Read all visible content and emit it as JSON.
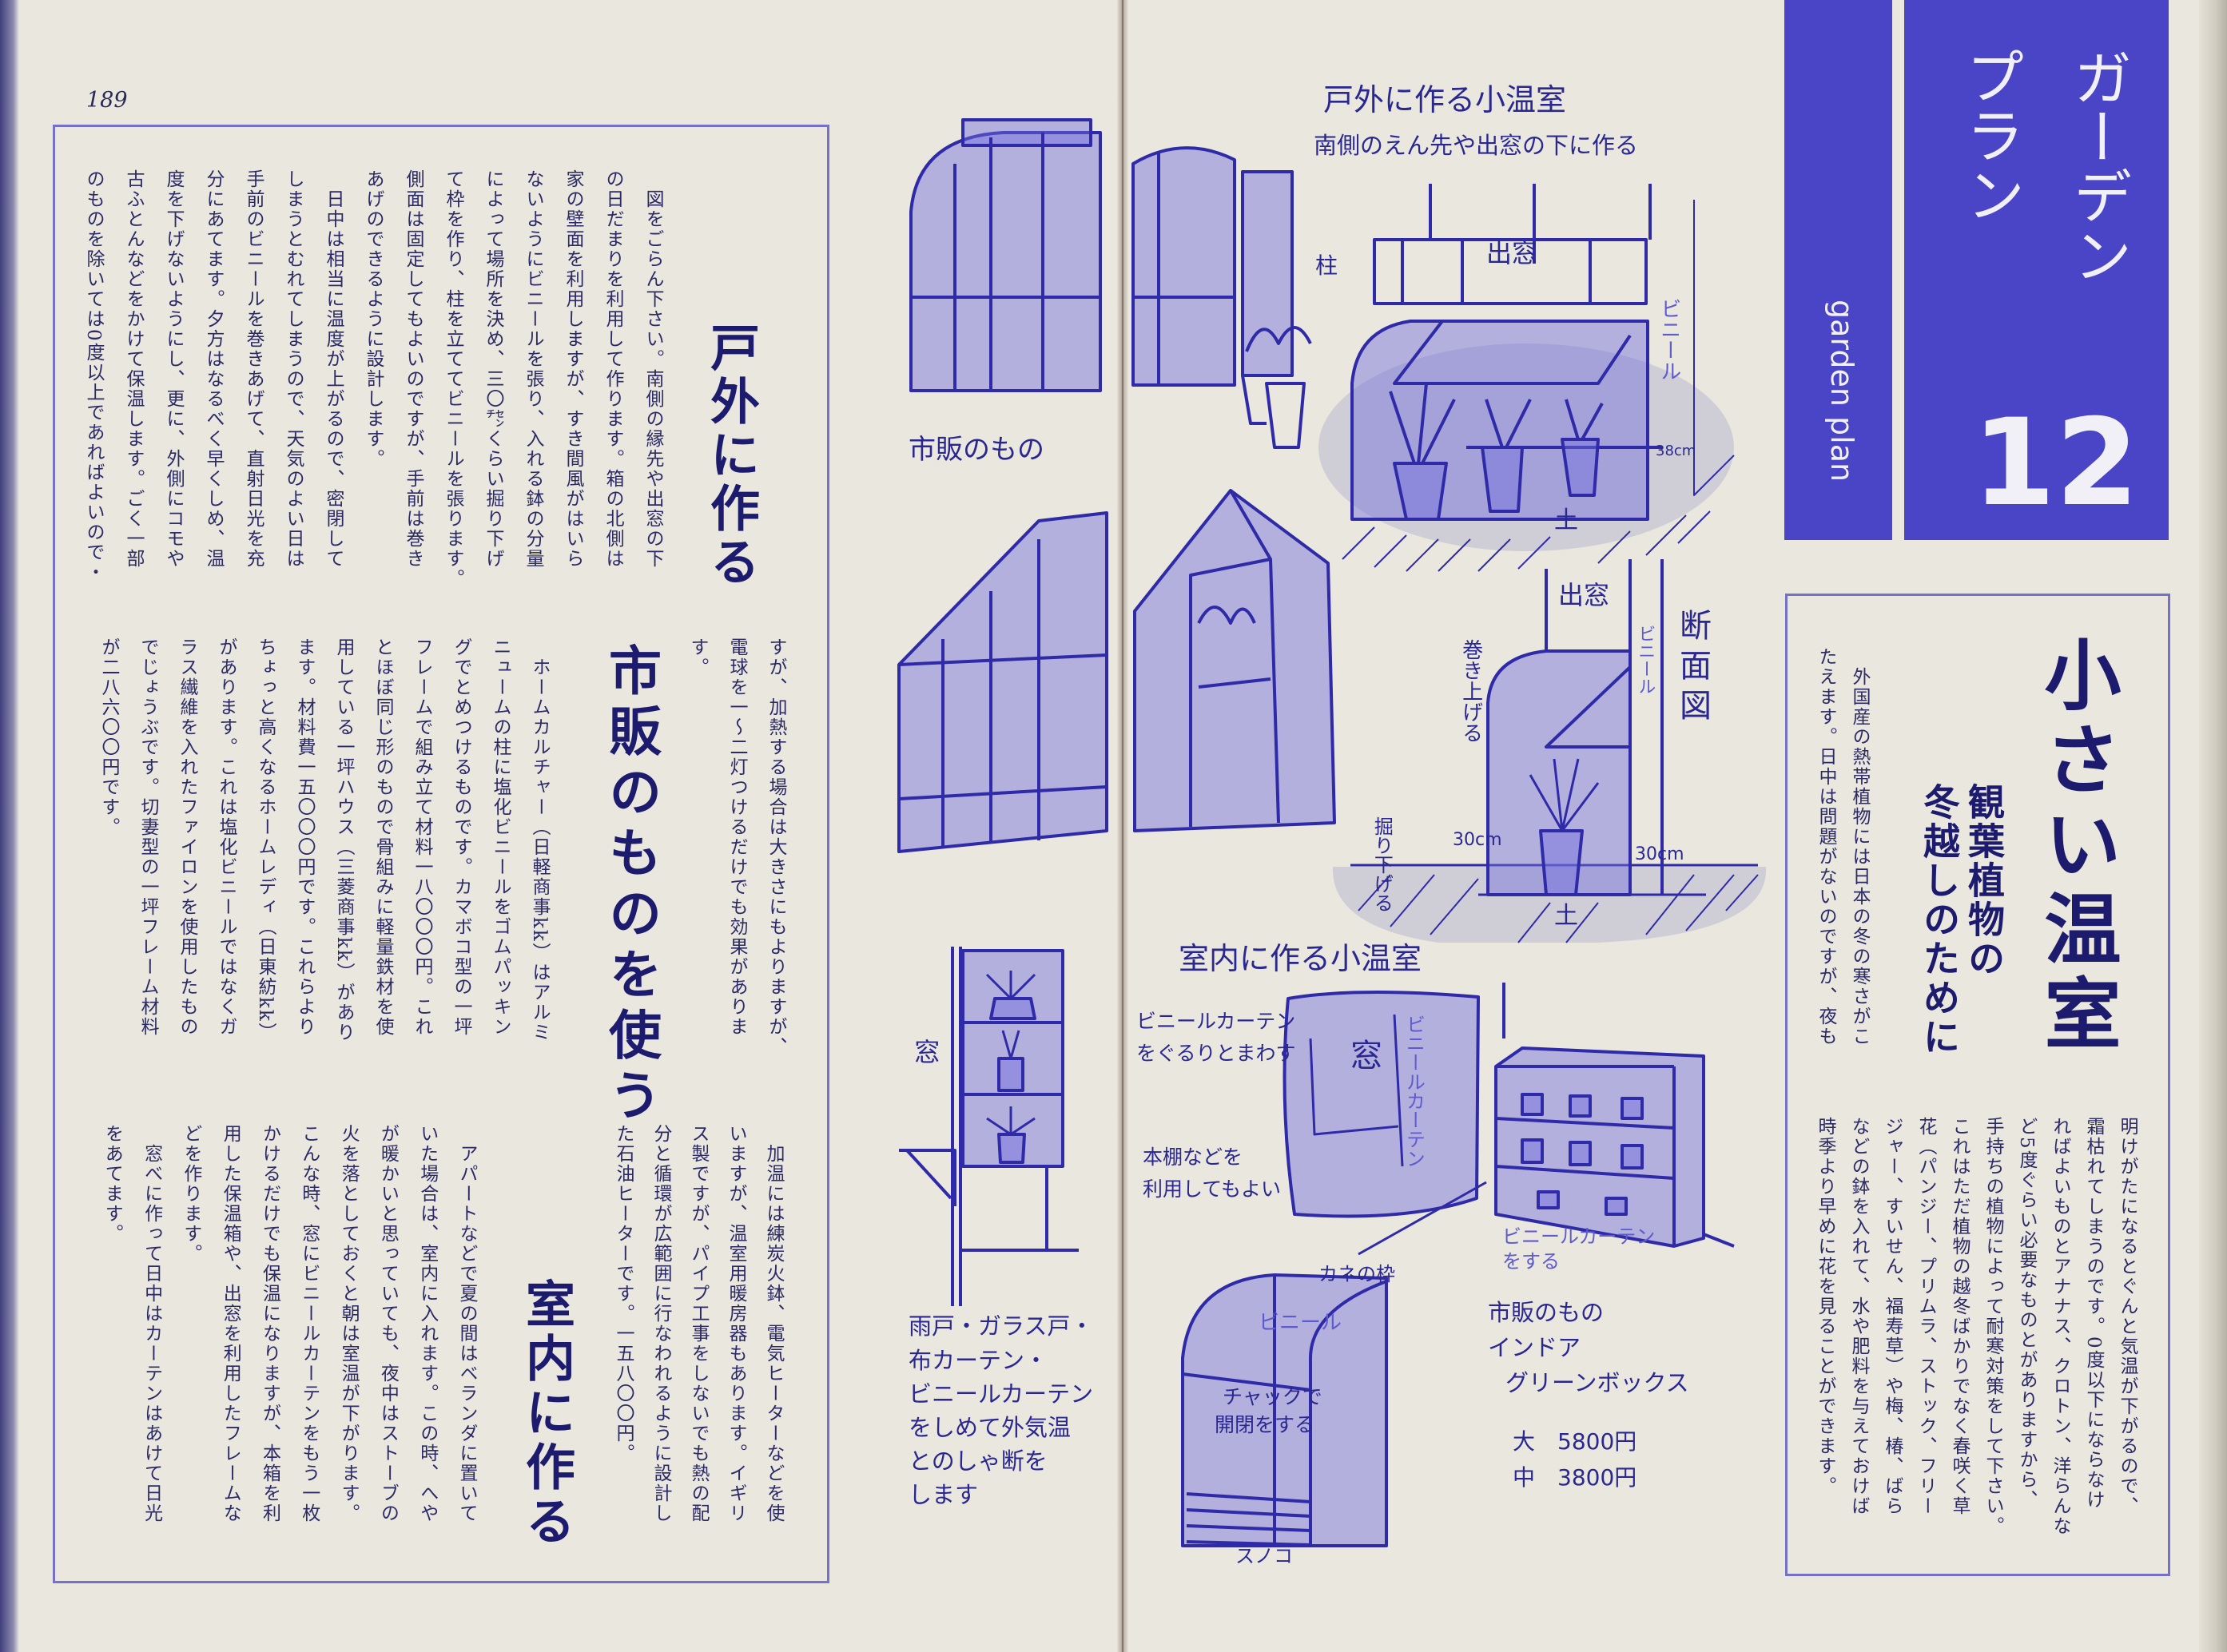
{
  "page_number": "189",
  "band": {
    "series_ja_line1": "ガーデン",
    "series_ja_line2": "プラン",
    "series_en": "garden plan",
    "number": "12"
  },
  "outdoor": {
    "heading": "戸外に作る",
    "lines": [
      "　図をごらん下さい。南側の縁先や出窓の下",
      "の日だまりを利用して作ります。箱の北側は",
      "家の壁面を利用しますが、すき間風がはいら",
      "ないようにビニールを張り、入れる鉢の分量",
      "によって場所を決め、三〇㌢くらい掘り下げ",
      "て枠を作り、柱を立ててビニールを張ります。",
      "側面は固定してもよいのですが、手前は巻き",
      "あげのできるように設計します。",
      "　日中は相当に温度が上がるので、密閉して",
      "しまうとむれてしまうので、天気のよい日は",
      "手前のビニールを巻きあげて、直射日光を充",
      "分にあてます。夕方はなるべく早くしめ、温",
      "度を下げないようにし、更に、外側にコモや",
      "古ふとんなどをかけて保温します。ごく一部",
      "のものを除いては0度以上であればよいので・"
    ],
    "continued_lines": [
      "すが、加熱する場合は大きさにもよりますが、",
      "電球を一～二灯つけるだけでも効果がありま",
      "す。"
    ]
  },
  "commercial": {
    "heading": "市販のものを使う",
    "lines": [
      "　ホームカルチャー（日軽商事kk）はアルミ",
      "ニュームの柱に塩化ビニールをゴムパッキン",
      "グでとめつけるものです。カマボコ型の一坪",
      "フレームで組み立て材料一八〇〇〇円。これ",
      "とほぼ同じ形のもので骨組みに軽量鉄材を使",
      "用している一坪ハウス（三菱商事kk）があり",
      "ます。材料費一五〇〇〇円です。これらより",
      "ちょっと高くなるホームレディ（日東紡kk）",
      "があります。これは塩化ビニールではなくガ",
      "ラス繊維を入れたファイロンを使用したもの",
      "でじょうぶです。切妻型の一坪フレーム材料",
      "が二八六〇〇円です。"
    ],
    "heating_lines": [
      "　加温には練炭火鉢、電気ヒーターなどを使",
      "いますが、温室用暖房器もあります。イギリ",
      "ス製ですが、パイプ工事をしないでも熱の配",
      "分と循環が広範囲に行なわれるように設計し",
      "た石油ヒーターです。一五八〇〇円。"
    ]
  },
  "indoor": {
    "heading": "室内に作る",
    "lines": [
      "　アパートなどで夏の間はベランダに置いて",
      "いた場合は、室内に入れます。この時、へや",
      "が暖かいと思っていても、夜中はストーブの",
      "火を落としておくと朝は室温が下がります。",
      "こんな時、窓にビニールカーテンをもう一枚",
      "かけるだけでも保温になりますが、本箱を利",
      "用した保温箱や、出窓を利用したフレームな",
      "どを作ります。",
      "　窓べに作って日中はカーテンはあけて日光",
      "をあてます。"
    ]
  },
  "feature": {
    "title": "小さい温室",
    "subtitle_lines": [
      "観葉植物の",
      "冬越しのために"
    ],
    "intro_lines": [
      "　外国産の熱帯植物には日本の冬の寒さがこ",
      "たえます。日中は問題がないのですが、夜も"
    ],
    "body_lines": [
      "明けがたになるとぐんと気温が下がるので、",
      "霜枯れてしまうのです。0度以下にならなけ",
      "ればよいものとアナナス、クロトン、洋らんな",
      "ど5度ぐらい必要なものとがありますから、",
      "手持ちの植物によって耐寒対策をして下さい。",
      "これはただ植物の越冬ばかりでなく春咲く草",
      "花（パンジー、プリムラ、ストック、フリー",
      "ジャー、すいせん、福寿草）や梅、椿、ばら",
      "などの鉢を入れて、水や肥料を与えておけば",
      "時季より早めに花を見ることができます。"
    ]
  },
  "illustrations": {
    "outdoor_title": "戸外に作る小温室",
    "outdoor_subtitle": "南側のえん先や出窓の下に作る",
    "bay_window": "出窓",
    "pillar": "柱",
    "vinyl": "ビニール",
    "depth_38": "38cm",
    "soil": "土",
    "commercial_products": "市販のもの",
    "section_bay_window": "出窓",
    "cross_section": "断面図",
    "section_vinyl": "ビニール",
    "roll_up": "巻き上げる",
    "dig_down": "掘り下げる",
    "depth_30_left": "30cm",
    "depth_30_right": "30cm",
    "section_soil": "土",
    "indoor_title": "室内に作る小温室",
    "curtain_note_1": "ビニールカーテン",
    "curtain_note_2": "をぐるりとまわす",
    "window_left": "窓",
    "window_curtain": "窓",
    "curtain_vertical": "ビニールカーテン",
    "shelf_note_1": "本棚などを",
    "shelf_note_2": "利用してもよい",
    "shelf_curtain_1": "ビニールカーテン",
    "shelf_curtain_2": "をする",
    "shutter_note": [
      "雨戸・ガラス戸・",
      "布カーテン・",
      "ビニールカーテン",
      "をしめて外気温",
      "とのしゃ断を",
      "します"
    ],
    "metal_frame": "カネの枠",
    "box_commercial": "市販のもの",
    "box_vinyl": "ビニール",
    "box_name_1": "インドア",
    "box_name_2": "グリーンボックス",
    "zipper_1": "チャックで",
    "zipper_2": "開閉をする",
    "price_large": "大　5800円",
    "price_medium": "中　3800円",
    "slats": "スノコ"
  },
  "colors": {
    "band": "#4a45c6",
    "ink": "#2b2a66",
    "heading": "#1c1b6e",
    "illustration": "#2f2aa8",
    "paper": "#e9e7de"
  }
}
